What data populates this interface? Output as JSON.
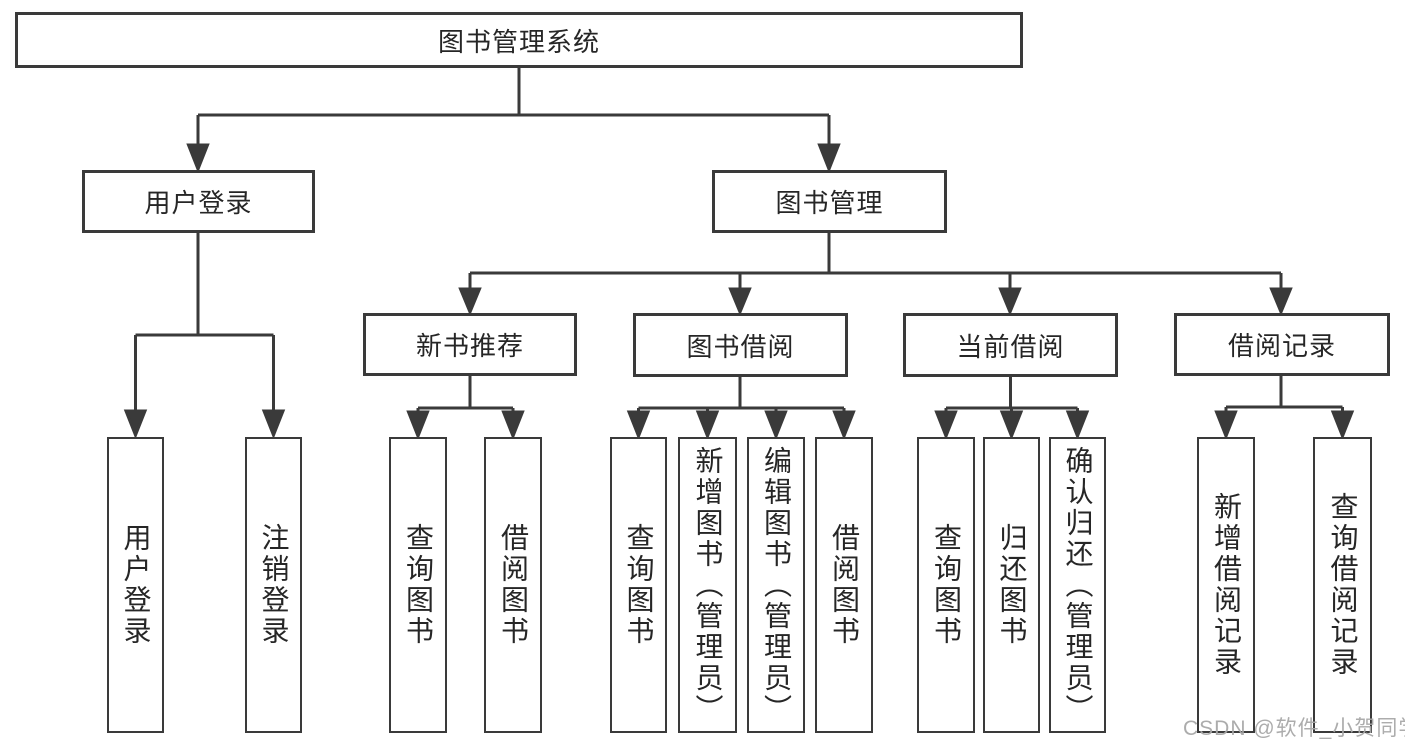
{
  "diagram_title": "图书管理系统",
  "tree": {
    "root": {
      "label": "图书管理系统"
    },
    "branches": [
      {
        "label": "用户登录",
        "children": [
          {
            "label": "用户登录"
          },
          {
            "label": "注销登录"
          }
        ]
      },
      {
        "label": "图书管理",
        "sections": [
          {
            "label": "新书推荐",
            "children": [
              {
                "label": "查询图书"
              },
              {
                "label": "借阅图书"
              }
            ]
          },
          {
            "label": "图书借阅",
            "children": [
              {
                "label": "查询图书"
              },
              {
                "label": "新增图书（管理员）"
              },
              {
                "label": "编辑图书（管理员）"
              },
              {
                "label": "借阅图书"
              }
            ]
          },
          {
            "label": "当前借阅",
            "children": [
              {
                "label": "查询图书"
              },
              {
                "label": "归还图书"
              },
              {
                "label": "确认归还（管理员）"
              }
            ]
          },
          {
            "label": "借阅记录",
            "children": [
              {
                "label": "新增借阅记录"
              },
              {
                "label": "查询借阅记录"
              }
            ]
          }
        ]
      }
    ]
  },
  "watermark": {
    "text": "CSDN @软件_小贺同学"
  },
  "colors": {
    "line": "#3a3a3a",
    "text": "#262626",
    "background": "#ffffff",
    "watermark": "#a8a8a8"
  }
}
